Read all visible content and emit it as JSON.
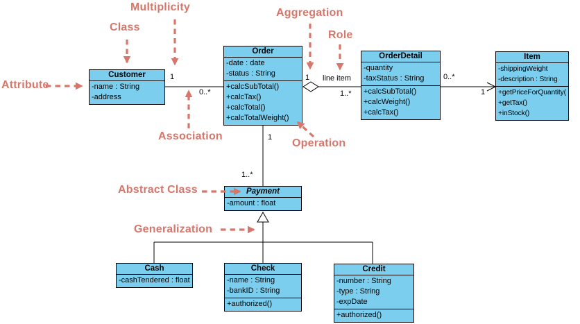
{
  "diagram_type": "UML class diagram",
  "colors": {
    "class_fill": "#7cceee",
    "class_border": "#000000",
    "annotation": "#d7766a",
    "connector": "#000000"
  },
  "classes": {
    "customer": {
      "name": "Customer",
      "attributes": [
        "-name : String",
        "-address"
      ],
      "operations": []
    },
    "order": {
      "name": "Order",
      "attributes": [
        "-date : date",
        "-status : String"
      ],
      "operations": [
        "+calcSubTotal()",
        "+calcTax()",
        "+calcTotal()",
        "+calcTotalWeight()"
      ]
    },
    "order_detail": {
      "name": "OrderDetail",
      "attributes": [
        "-quantity",
        "-taxStatus : String"
      ],
      "operations": [
        "+calcSubTotal()",
        "+calcWeight()",
        "+calcTax()"
      ]
    },
    "item": {
      "name": "Item",
      "attributes": [
        "-shippingWeight",
        "-description : String"
      ],
      "operations": [
        "+getPriceForQuantity()",
        "+getTax()",
        "+inStock()"
      ]
    },
    "payment": {
      "name": "Payment",
      "abstract": true,
      "attributes": [
        "-amount : float"
      ],
      "operations": []
    },
    "cash": {
      "name": "Cash",
      "attributes": [
        "-cashTendered : float"
      ],
      "operations": []
    },
    "check": {
      "name": "Check",
      "attributes": [
        "-name : String",
        "-bankID : String"
      ],
      "operations": [
        "+authorized()"
      ]
    },
    "credit": {
      "name": "Credit",
      "attributes": [
        "-number : String",
        "-type : String",
        "-expDate"
      ],
      "operations": [
        "+authorized()"
      ]
    }
  },
  "relationships": {
    "customer_order": {
      "type": "association",
      "from_multiplicity": "1",
      "to_multiplicity": "0..*"
    },
    "order_orderdetail": {
      "type": "aggregation",
      "from_multiplicity": "1",
      "role": "line item",
      "to_multiplicity": "1..*"
    },
    "orderdetail_item": {
      "type": "directed association",
      "from_multiplicity": "0..*",
      "to_multiplicity": "1"
    },
    "order_payment": {
      "type": "association",
      "from_multiplicity": "1",
      "to_multiplicity": "1..*"
    },
    "payment_subclasses": {
      "type": "generalization",
      "children": [
        "Cash",
        "Check",
        "Credit"
      ]
    }
  },
  "annotations": {
    "multiplicity": "Multiplicity",
    "class": "Class",
    "aggregation": "Aggregation",
    "role": "Role",
    "attribute": "Attribute",
    "association": "Association",
    "operation": "Operation",
    "abstract_class": "Abstract Class",
    "generalization": "Generalization"
  }
}
